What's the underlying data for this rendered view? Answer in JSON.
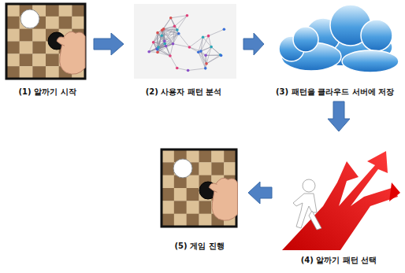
{
  "diagram": {
    "nodes": [
      {
        "text": [
          "(1) 알까기 시작"
        ]
      },
      {
        "text": [
          "(2) 사용자 패턴 분석"
        ]
      },
      {
        "text": [
          "(3) 패턴을 클라우드 서버에 저장"
        ]
      },
      {
        "text": [
          "(4) 알까기 패턴 선택"
        ]
      },
      {
        "text": [
          "(5) 게임 진행"
        ]
      }
    ],
    "edges": [
      {
        "from": 0,
        "to": 1,
        "arrow": "to"
      },
      {
        "from": 1,
        "to": 2,
        "arrow": "to"
      },
      {
        "from": 2,
        "to": 3,
        "arrow": "to"
      },
      {
        "from": 3,
        "to": 4,
        "arrow": "to"
      }
    ]
  }
}
